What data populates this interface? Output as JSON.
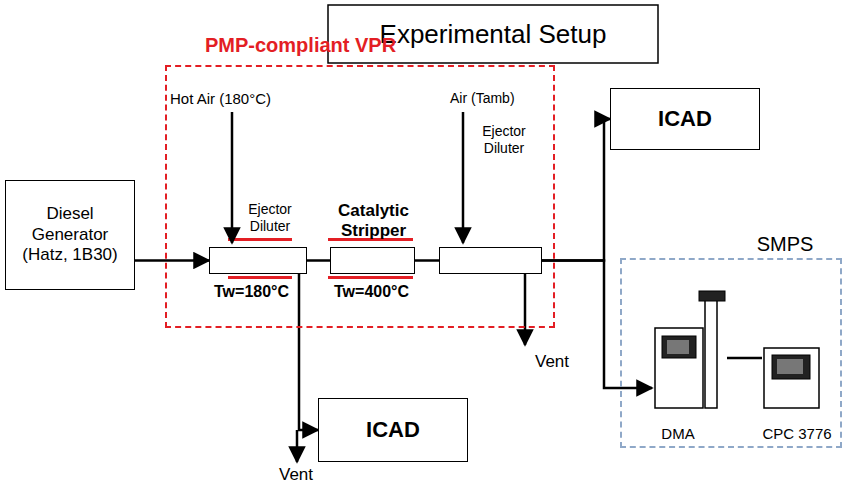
{
  "diagram": {
    "title": "Experimental Setup",
    "nodes": [
      {
        "text": [
          "Diesel Generator (Hatz, 1B30)"
        ]
      },
      {
        "text": [
          "PMP-compliant VPR"
        ]
      },
      {
        "text": [
          "Ejector Diluter"
        ],
        "in": 1
      },
      {
        "text": [
          "Catalytic Stripper"
        ],
        "in": 1
      },
      {
        "text": [
          "Ejector Diluter"
        ],
        "in": 1
      },
      {
        "text": [
          "ICAD"
        ]
      },
      {
        "text": [
          "SMPS"
        ]
      },
      {
        "text": [
          "DMA"
        ],
        "in": 6
      },
      {
        "text": [
          "CPC 3776"
        ],
        "in": 6
      },
      {
        "text": [
          "ICAD"
        ]
      }
    ],
    "edges": [
      {
        "from": 0,
        "to": 2,
        "arrow": "to"
      },
      {
        "from": 2,
        "to": 3,
        "arrow": "none"
      },
      {
        "from": 3,
        "to": 4,
        "arrow": "none"
      },
      {
        "from": 4,
        "to": 5,
        "arrow": "to"
      },
      {
        "from": 4,
        "to": 7,
        "arrow": "to"
      },
      {
        "from": 2,
        "to": 9,
        "arrow": "to"
      },
      {
        "from": 7,
        "to": 8,
        "arrow": "none"
      }
    ],
    "labels": [
      "Hot Air (180°C)",
      "Tw=180°C",
      "Tw=400°C",
      "Air (Tamb)",
      "Vent",
      "Vent"
    ]
  }
}
